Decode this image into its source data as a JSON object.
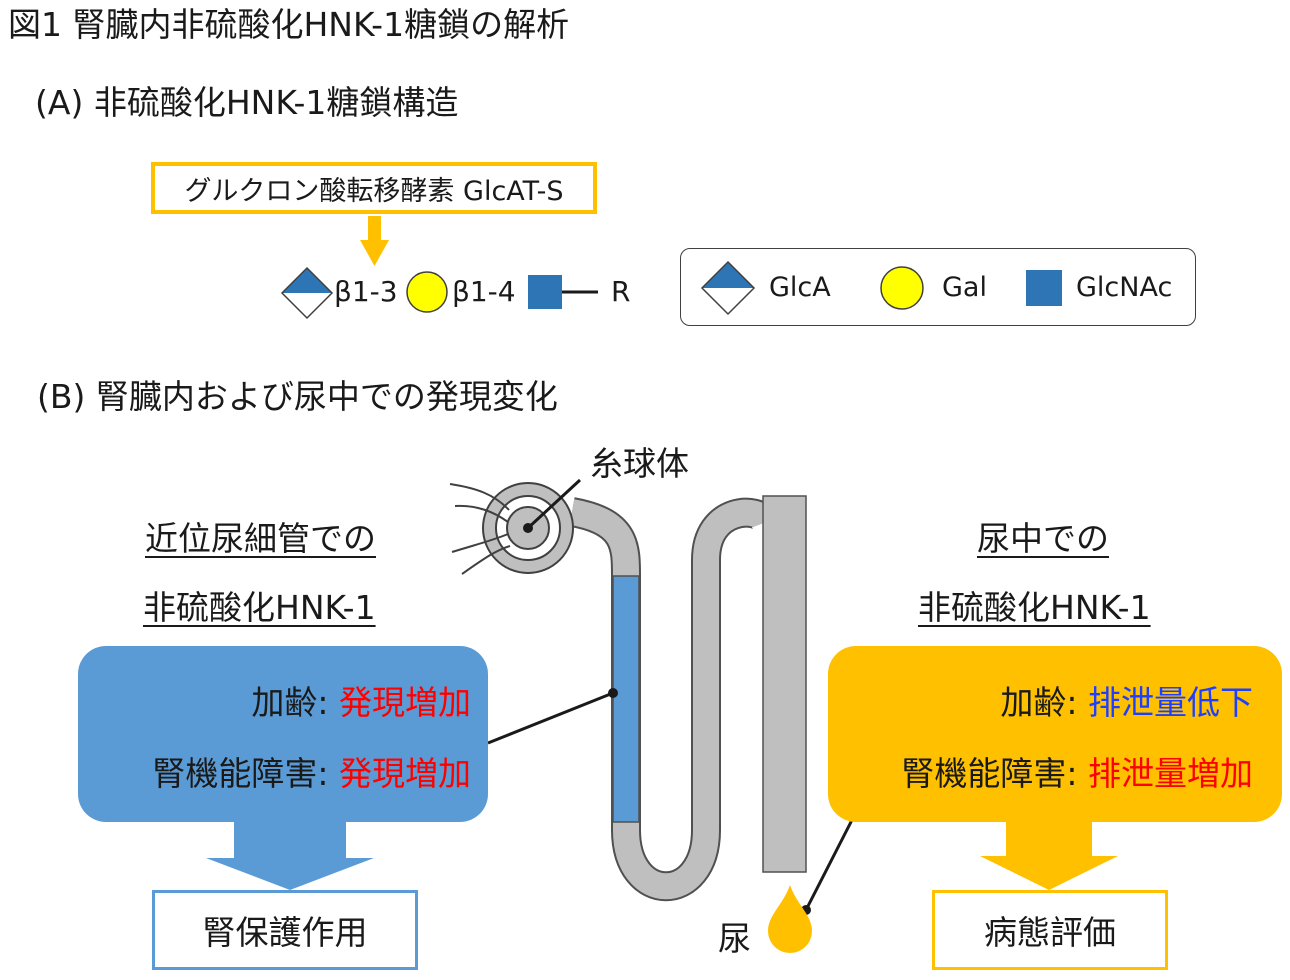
{
  "title": "図1 腎臓内非硫酸化HNK-1糖鎖の解析",
  "section_a": {
    "heading": "(A) 非硫酸化HNK-1糖鎖構造",
    "enzyme_label": "グルクロン酸転移酵素 GlcAT-S",
    "linkage_1": "β1-3",
    "linkage_2": "β1-4",
    "r_label": "R",
    "legend": [
      {
        "name": "GlcA",
        "symbol": "half-filled-diamond",
        "color": "#2e75b6"
      },
      {
        "name": "Gal",
        "symbol": "circle",
        "color": "#ffff00"
      },
      {
        "name": "GlcNAc",
        "symbol": "square",
        "color": "#2e75b6"
      }
    ]
  },
  "section_b": {
    "heading": "(B) 腎臓内および尿中での発現変化",
    "glomerulus_label": "糸球体",
    "urine_label": "尿",
    "left": {
      "header_line1": "近位尿細管での",
      "header_line2": "非硫酸化HNK-1",
      "row1_label": "加齢: ",
      "row1_value": "発現増加",
      "row2_label": "腎機能障害: ",
      "row2_value": "発現増加",
      "outcome": "腎保護作用"
    },
    "right": {
      "header_line1": "尿中での",
      "header_line2": "非硫酸化HNK-1",
      "row1_label": "加齢: ",
      "row1_value": "排泄量低下",
      "row2_label": "腎機能障害: ",
      "row2_value": "排泄量増加",
      "outcome": "病態評価"
    }
  },
  "colors": {
    "blue": "#5b9bd5",
    "dark_blue": "#2e75b6",
    "orange": "#ffc000",
    "yellow": "#ffff00",
    "increase_red": "#ff0000",
    "decrease_blue": "#1f3fff",
    "gray": "#bfbfbf"
  }
}
